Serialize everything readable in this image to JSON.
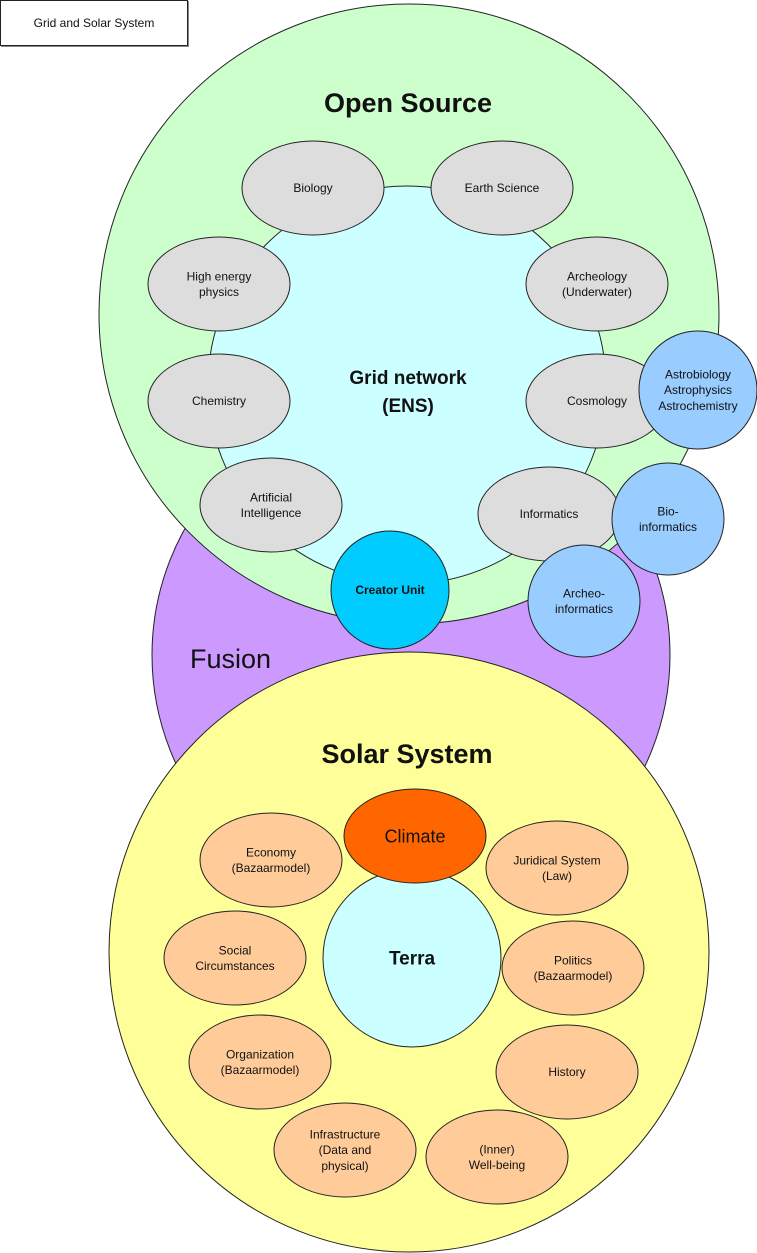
{
  "title": "Grid and Solar System",
  "colors": {
    "open_source": "#ccffcc",
    "grid_network": "#ccffff",
    "fusion": "#cc99ff",
    "solar_system": "#ffff99",
    "science_node": "#dddddd",
    "astro_node": "#99ccff",
    "creator_unit": "#00ccff",
    "climate": "#ff6600",
    "terra": "#ccffff",
    "solar_node": "#ffcc99"
  },
  "open_source": {
    "label": "Open Source",
    "grid_network": {
      "line1": "Grid network",
      "line2": "(ENS)"
    },
    "sciences": [
      {
        "lines": [
          "Biology"
        ]
      },
      {
        "lines": [
          "Earth Science"
        ]
      },
      {
        "lines": [
          "High energy",
          "physics"
        ]
      },
      {
        "lines": [
          "Archeology",
          "(Underwater)"
        ]
      },
      {
        "lines": [
          "Chemistry"
        ]
      },
      {
        "lines": [
          "Cosmology"
        ]
      },
      {
        "lines": [
          "Artificial",
          "Intelligence"
        ]
      },
      {
        "lines": [
          "Informatics"
        ]
      }
    ],
    "interdisciplinary": [
      {
        "lines": [
          "Astrobiology",
          "Astrophysics",
          "Astrochemistry"
        ]
      },
      {
        "lines": [
          "Bio-",
          "informatics"
        ]
      },
      {
        "lines": [
          "Archeo-",
          "informatics"
        ]
      }
    ],
    "creator_unit": "Creator Unit"
  },
  "fusion": {
    "label": "Fusion"
  },
  "solar_system": {
    "label": "Solar System",
    "climate": "Climate",
    "terra": "Terra",
    "domains": [
      {
        "lines": [
          "Economy",
          "(Bazaarmodel)"
        ]
      },
      {
        "lines": [
          "Juridical System",
          "(Law)"
        ]
      },
      {
        "lines": [
          "Social",
          "Circumstances"
        ]
      },
      {
        "lines": [
          "Politics",
          "(Bazaarmodel)"
        ]
      },
      {
        "lines": [
          "Organization",
          "(Bazaarmodel)"
        ]
      },
      {
        "lines": [
          "History"
        ]
      },
      {
        "lines": [
          "Infrastructure",
          "(Data and",
          "physical)"
        ]
      },
      {
        "lines": [
          "(Inner)",
          "Well-being"
        ]
      }
    ]
  }
}
